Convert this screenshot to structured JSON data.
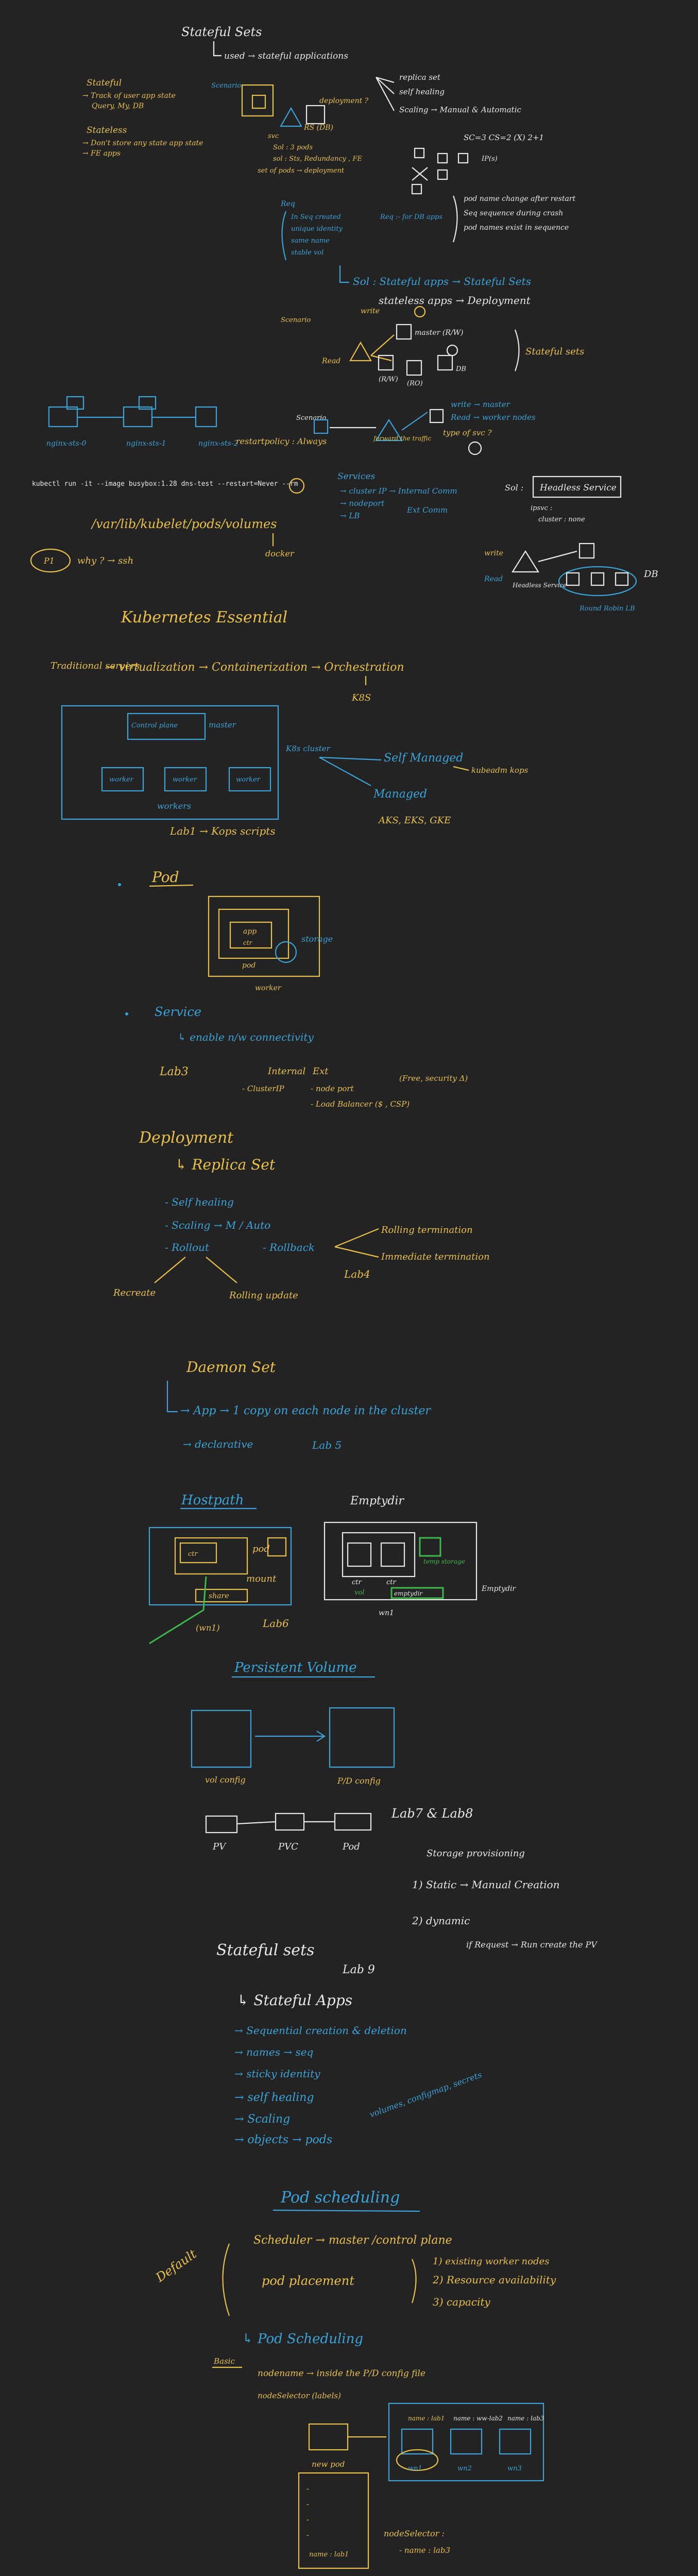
{
  "colors": {
    "background": "#232323",
    "white": "#e8e8e8",
    "yellow": "#e8c04a",
    "blue": "#3aa3d8",
    "green": "#3fb84a"
  },
  "s1": {
    "title": "Stateful Sets",
    "subtitle": "used → stateful applications",
    "stateful_title": "Stateful",
    "stateful_l1": "→ Track of user app state",
    "stateful_l2": "Query, My, DB",
    "stateless_title": "Stateless",
    "stateless_l1": "→ Don't store any state app state",
    "stateless_l2": "→ FE apps",
    "scenario": "Scenario",
    "deployment": "deployment ?",
    "rs": "RS (DB)",
    "svc": "svc",
    "replicaset": "replica set",
    "selfhealing": "self healing",
    "scaling": "Scaling → Manual & Automatic",
    "sc": "SC=3  CS=2  (X) 2+1",
    "n1": "Sol : 3 pods",
    "n2": "sol : Sts, Redundancy , FE",
    "n3": "set of pods → deployment",
    "ip": "IP(s)",
    "req_title": "Req",
    "req1": "In Seq created",
    "req2": "unique identity",
    "req3": "same name",
    "req4": "stable vol",
    "req_right": "Req :- for DB apps",
    "pod_notes1": "pod name change after restart",
    "pod_notes2": "Seq sequence during crash",
    "pod_notes3": "pod names exist in sequence",
    "sol_stateful": "Sol : Stateful apps → Stateful Sets",
    "sol_stateless": "stateless apps → Deployment",
    "scenario2": "Scenario",
    "write": "write",
    "read": "Read",
    "master": "master (R/W)",
    "rw": "(R/W)",
    "ro": "(RO)",
    "db": "DB",
    "stateful_sets": "Stateful sets",
    "nginx0": "nginx-sts-0",
    "nginx1": "nginx-sts-1",
    "nginx2": "nginx-sts-2",
    "restart": "restartpolicy : Always",
    "scenario3": "Scenario",
    "forward": "forward the traffic",
    "type": "type of svc ?",
    "write2": "write → master",
    "read2": "Read → worker nodes",
    "sol_headless": "Sol :",
    "headless_service": "Headless Service",
    "ipsvc": "ipsvc :",
    "cluster_none": "cluster : none",
    "services": "Services",
    "svc1": "→ cluster IP → Internal Comm",
    "svc2": "→ nodeport",
    "svc3": "→ LB",
    "ext": "Ext Comm",
    "path": "/var/lib/kubelet/pods/volumes",
    "docker": "docker",
    "p1": "P1",
    "why": "why ? → ssh",
    "write3": "write",
    "read3": "Read",
    "headless": "Headless Service",
    "roundrobin": "Round Robin LB",
    "db2": "DB"
  },
  "cmd": "kubectl run -it --image busybox:1.28 dns-test --restart=Never --rm",
  "s2": {
    "title": "Kubernetes Essential",
    "traditional": "Traditional servers",
    "flow": "→ virtualization → Containerization → Orchestration",
    "k8s": "K8S",
    "k8s_cluster": "K8s cluster",
    "controlplane": "Control plane",
    "master": "master",
    "worker1": "worker",
    "worker2": "worker",
    "worker3": "worker",
    "workers": "workers",
    "self_managed": "Self Managed",
    "kubeadm": "kubeadm kops",
    "managed": "Managed",
    "managed_list": "AKS, EKS, GKE",
    "lab1": "Lab1 → Kops scripts"
  },
  "s3": {
    "pod": "Pod",
    "app": "app",
    "ctr": "ctr",
    "pod_lbl": "pod",
    "storage": "storage",
    "worker": "worker"
  },
  "s4": {
    "service": "Service",
    "service_sub": "↳ enable n/w connectivity",
    "lab3": "Lab3",
    "internal": "Internal",
    "ext": "Ext",
    "clusterip": "- ClusterIP",
    "nodeport": "- node port",
    "lb": "- Load Balancer ($ , CSP)",
    "fee": "(Free, security Δ)"
  },
  "s5": {
    "title": "Deployment",
    "sub": "↳ Replica Set",
    "l1": "- Self healing",
    "l2": "- Scaling → M / Auto",
    "l3": "- Rollout",
    "l4": "- Rollback",
    "rolling_term": "Rolling termination",
    "immediate_term": "Immediate termination",
    "recreate": "Recreate",
    "rolling": "Rolling update",
    "lab4": "Lab4"
  },
  "s6": {
    "title": "Daemon Set",
    "l1": "→ App → 1 copy on each node in the cluster",
    "l2": "→ declarative",
    "lab5": "Lab 5"
  },
  "s7": {
    "hostpath": "Hostpath",
    "emptydir": "Emptydir",
    "ctr1": "ctr",
    "pod": "pod",
    "mount": "mount",
    "share": "share",
    "worker1": "(wn1)",
    "lab6": "Lab6",
    "ctr2": "ctr",
    "ctr3": "ctr",
    "emptydir2": "emptydir",
    "worker2": "wn1",
    "temp": "temp storage",
    "vol": "vol"
  },
  "s8": {
    "title": "Persistent Volume",
    "vol_config": "vol config",
    "pd_config": "P/D config",
    "pv": "PV",
    "pvc": "PVC",
    "pod": "Pod",
    "lab7": "Lab7 & Lab8",
    "storage": "Storage provisioning",
    "static": "1) Static → Manual Creation",
    "dynamic": "2) dynamic",
    "dynamic2": "if Request → Run create the PV"
  },
  "s9": {
    "title": "Stateful sets",
    "lab9": "Lab 9",
    "sub": "↳ Stateful Apps",
    "l1": "→ Sequential creation & deletion",
    "l2": "→ names → seq",
    "l3": "→ sticky identity",
    "l4": "→ self healing",
    "l5": "→ Scaling",
    "l6": "→ objects → pods",
    "extra": "volumes, configmap, secrets"
  },
  "s10": {
    "title": "Pod scheduling",
    "default": "Default",
    "scheduler": "Scheduler → master /control plane",
    "placement": "pod placement",
    "c1": "1) existing worker nodes",
    "c2": "2) Resource availability",
    "c3": "3) capacity",
    "pod_sched": "↳ Pod Scheduling",
    "basic": "Basic",
    "nodename": "nodename → inside the P/D config file",
    "nodeselector": "nodeSelector (labels)",
    "new_pod": "new pod",
    "wn1": "wn1",
    "wn2": "wn2",
    "wn3": "wn3",
    "labels1": "name : lab1",
    "labels2": "name : ww-lab2",
    "labels3": "name : lab3",
    "dash": "-",
    "nodeselect2": "nodeSelector :",
    "labels4": "- name : lab3"
  }
}
